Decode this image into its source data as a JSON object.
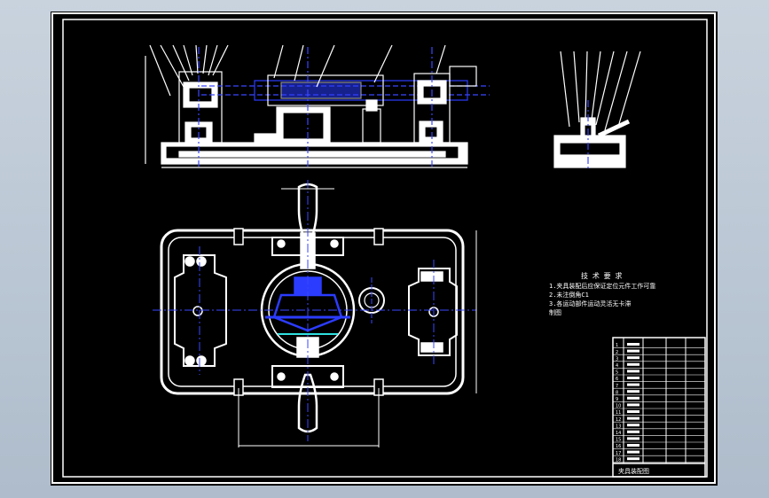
{
  "colors": {
    "background": "#b9c6d3",
    "sheet": "#000000",
    "line": "#ffffff",
    "accent": "#2b3cff",
    "center": "#3a47ff",
    "cyan": "#2fe0e0"
  },
  "notes": {
    "title": "技 术 要 求",
    "line1": "1.夹具装配后应保证定位元件工作可靠",
    "line2": "2.未注倒角C1",
    "line3": "3.各运动部件运动灵活无卡滞",
    "line4": "制图"
  },
  "title_block": {
    "label": "夹具装配图",
    "rows": [
      "1",
      "2",
      "3",
      "4",
      "5",
      "6",
      "7",
      "8",
      "9",
      "10",
      "11",
      "12",
      "13",
      "14",
      "15",
      "16",
      "17",
      "18"
    ]
  }
}
